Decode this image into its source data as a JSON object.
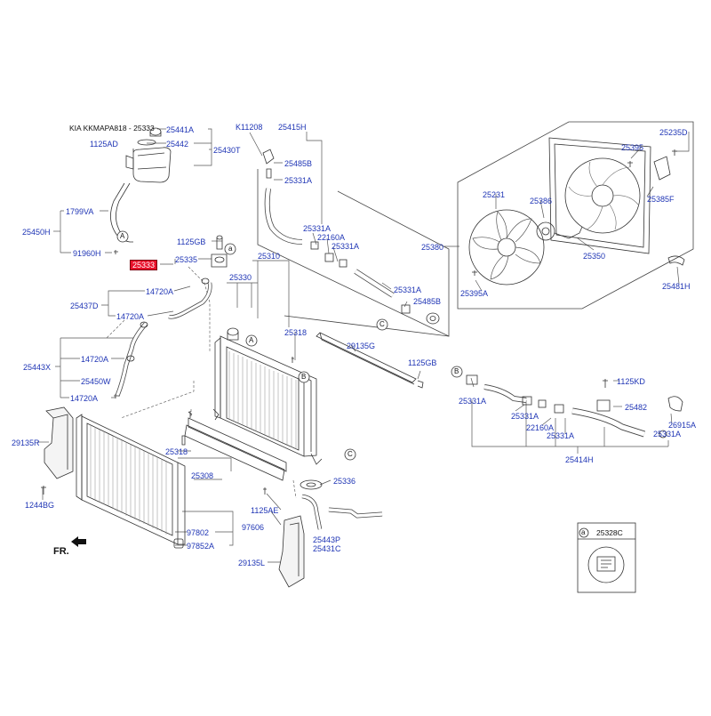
{
  "header": {
    "title": "KIA KKMAPA818 - 25333"
  },
  "orientation": {
    "label": "FR."
  },
  "highlight_color": "#e8102a",
  "label_color": "#1f35b5",
  "callouts": {
    "a": "a",
    "A": "A",
    "B": "B",
    "C": "C"
  },
  "legend": {
    "marker": "a",
    "part": "25328C"
  },
  "parts": {
    "p25441A": "25441A",
    "p1125AD": "1125AD",
    "p25442": "25442",
    "p25430T": "25430T",
    "p1799VA": "1799VA",
    "p25450H": "25450H",
    "p91960H": "91960H",
    "p1125GB_a": "1125GB",
    "p25333": "25333",
    "p25335": "25335",
    "p14720A_a": "14720A",
    "p25437D": "25437D",
    "p14720A_b": "14720A",
    "p25443X": "25443X",
    "p14720A_c": "14720A",
    "p25450W": "25450W",
    "p14720A_d": "14720A",
    "pK11208": "K11208",
    "p25415H": "25415H",
    "p25485B_a": "25485B",
    "p25331A_a": "25331A",
    "p25331A_b": "25331A",
    "p22160A_a": "22160A",
    "p25331A_c": "25331A",
    "p25310": "25310",
    "p25330": "25330",
    "p25331A_d": "25331A",
    "p25485B_b": "25485B",
    "p25318_a": "25318",
    "p29135G": "29135G",
    "p1125GB_b": "1125GB",
    "p29135R": "29135R",
    "p25318_b": "25318",
    "p25308": "25308",
    "p25336": "25336",
    "p1244BG": "1244BG",
    "p1125AE": "1125AE",
    "p97802": "97802",
    "p97606": "97606",
    "p97852A": "97852A",
    "p25443P": "25443P",
    "p25431C": "25431C",
    "p29135L": "29135L",
    "p25235D": "25235D",
    "p25395": "25395",
    "p25231": "25231",
    "p25386": "25386",
    "p25385F": "25385F",
    "p25380": "25380",
    "p25350": "25350",
    "p25395A": "25395A",
    "p25481H": "25481H",
    "p1125KD": "1125KD",
    "p25482": "25482",
    "p25331A_e": "25331A",
    "p25331A_f": "25331A",
    "p22160A_b": "22160A",
    "p25331A_g": "25331A",
    "p26915A": "26915A",
    "p25331A_h": "25331A",
    "p25414H": "25414H"
  }
}
